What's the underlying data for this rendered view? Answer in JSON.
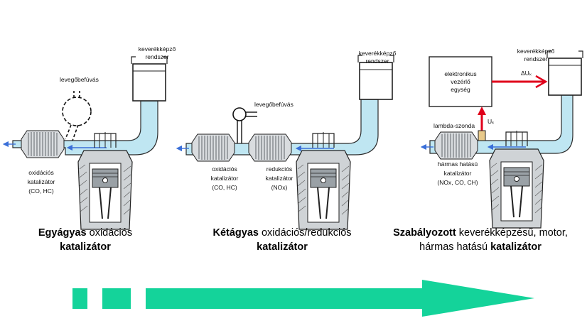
{
  "colors": {
    "exhaust_pipe": "#bfe6f2",
    "pipe_outline": "#2a2a2a",
    "signal_red": "#e0001b",
    "progress_arrow": "#14d39a",
    "flow_arrow": "#3a6fd8"
  },
  "panels": [
    {
      "mixer_label": "keverékképző rendszer",
      "air_label": "levegőbefúvás",
      "catalyst_label": "oxidációs katalizátor (CO, HC)",
      "caption_bold_1": "Egyágyas",
      "caption_text_1": "oxidációs",
      "caption_bold_2": "katalizátor"
    },
    {
      "mixer_label": "keverékképző rendszer",
      "air_label": "levegőbefúvás",
      "catalyst1_label": "oxidációs katalizátor (CO, HC)",
      "catalyst2_label": "redukciós katalizátor (NOx)",
      "caption_bold_1": "Kétágyas",
      "caption_text_1": "oxidációs/redukciós",
      "caption_bold_2": "katalizátor"
    },
    {
      "mixer_label": "keverékképző rendszer",
      "ecu_label": "elektronikus vezérlő egység",
      "signal_out_label": "ΔUₖ",
      "signal_in_label": "Uₖ",
      "sensor_label": "lambda-szonda",
      "catalyst_label": "hármas hatású katalizátor (NOx, CO, CH)",
      "caption_bold_1": "Szabályozott",
      "caption_text_1": "keverékképzésű, motor,",
      "caption_text_2": "hármas hatású",
      "caption_bold_2": "katalizátor"
    }
  ],
  "progress_arrow": {
    "segments": 3,
    "direction": "right"
  }
}
